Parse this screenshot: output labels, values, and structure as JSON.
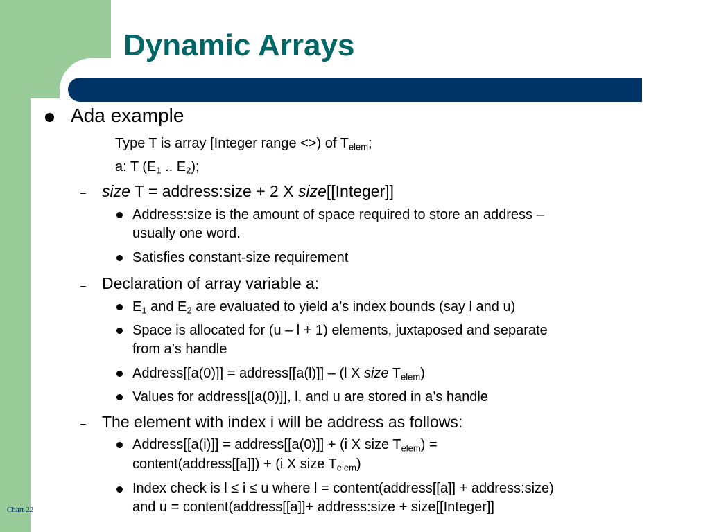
{
  "slide": {
    "title": "Dynamic Arrays",
    "footer": "Chart 22"
  },
  "content": {
    "l1_ada": "Ada example",
    "code1": {
      "pre": "Type T is array [Integer range <>) of T",
      "sub": "elem",
      "post": ";"
    },
    "code2": {
      "p1": "a: T (E",
      "s1": "1",
      "p2": " .. E",
      "s2": "2",
      "p3": ");"
    },
    "l2_size": {
      "italic1": "size",
      "text1": " T = address:size + 2 X ",
      "italic2": "size",
      "text2": "[[Integer]]"
    },
    "b_addr_size": [
      "Address:size is the amount of space required to store an address –",
      "usually one word."
    ],
    "b_constant": "Satisfies constant-size requirement",
    "l2_decl": "Declaration of array variable a:",
    "b_bounds": {
      "p1": "E",
      "s1": "1",
      "p2": " and E",
      "s2": "2",
      "p3": " are evaluated to yield a’s index bounds (say l and u)"
    },
    "b_space": [
      "Space is allocated for (u – l + 1) elements, juxtaposed and separate",
      "from a’s handle"
    ],
    "b_addr0": {
      "pre": "Address[[a(0)]] = address[[a(l)]] – (l X ",
      "italic": "size",
      "mid": " T",
      "sub": "elem",
      "post": ")"
    },
    "b_values": "Values for address[[a(0)]], l, and u are stored in a’s handle",
    "l2_element": "The element with index i will be address as follows:",
    "b_addri": {
      "line1": {
        "pre": "Address[[a(i)]] = address[[a(0)]] + (i X size T",
        "sub": "elem",
        "post": ") ="
      },
      "line2": {
        "pre": "content(address[[a]]) + (i X size T",
        "sub": "elem",
        "post": ")"
      }
    },
    "b_index": [
      "Index check is l ≤ i ≤ u where l = content(address[[a]] + address:size)",
      "and u = content(address[[a]]+ address:size + size[[Integer]]"
    ]
  }
}
